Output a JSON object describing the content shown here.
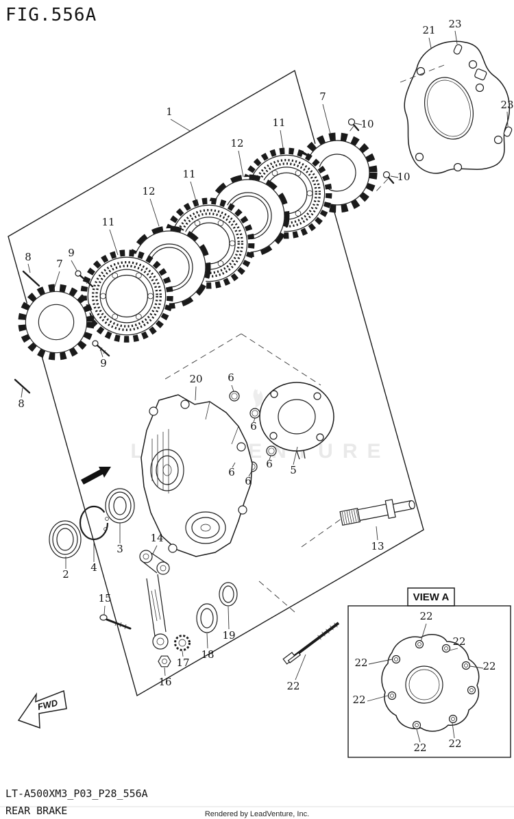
{
  "title": "FIG.556A",
  "watermark": "LEADVENTURE",
  "view_a": {
    "label": "VIEW A"
  },
  "fwd": {
    "label": "FWD"
  },
  "footer": {
    "code": "LT-A500XM3_P03_P28_556A",
    "name": "REAR BRAKE",
    "credit": "Rendered by LeadVenture, Inc."
  },
  "colors": {
    "ink": "#1a1a1a",
    "watermark": "#e9e9e9"
  },
  "parts": {
    "p1": "1",
    "p2": "2",
    "p3": "3",
    "p4": "4",
    "p5": "5",
    "p6": "6",
    "p7": "7",
    "p8": "8",
    "p9": "9",
    "p10": "10",
    "p11": "11",
    "p12": "12",
    "p13": "13",
    "p14": "14",
    "p15": "15",
    "p16": "16",
    "p17": "17",
    "p18": "18",
    "p19": "19",
    "p20": "20",
    "p21": "21",
    "p22": "22",
    "p23": "23"
  }
}
